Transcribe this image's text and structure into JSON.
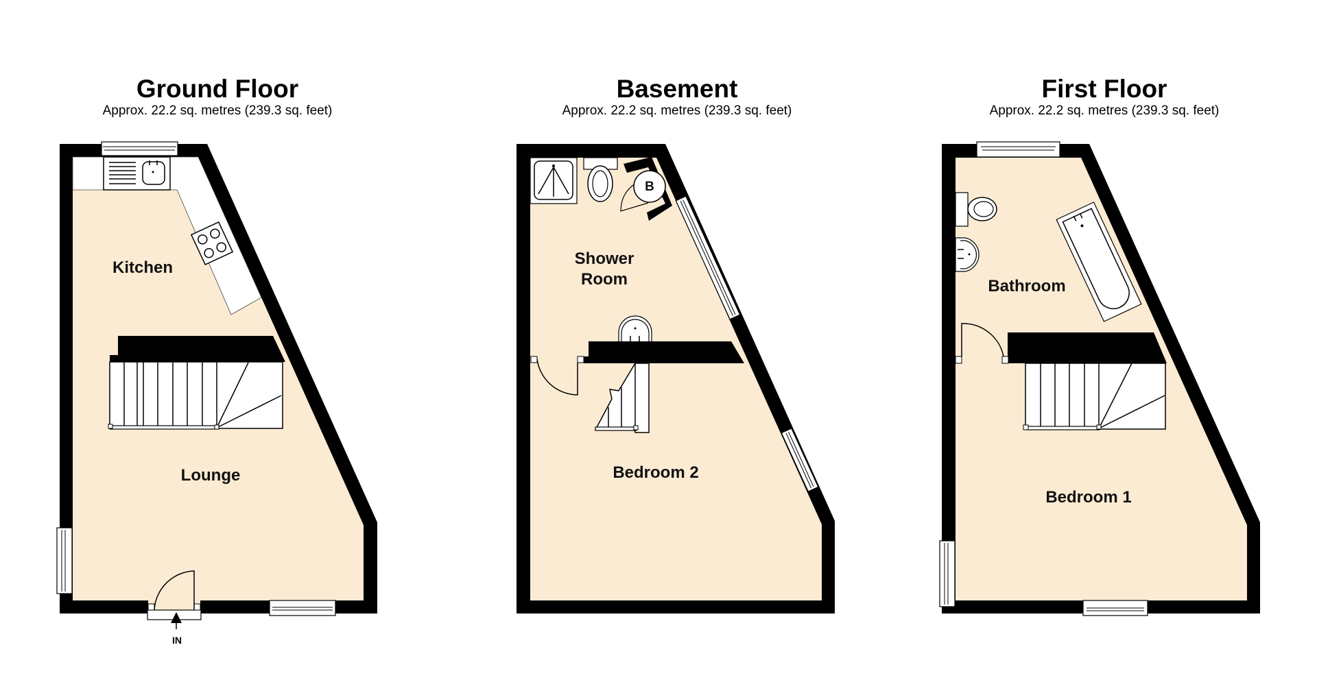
{
  "colors": {
    "floor_fill": "#FCEBD3",
    "wall": "#000000",
    "fixture": "#ffffff"
  },
  "floors": [
    {
      "id": "ground",
      "title": "Ground Floor",
      "area": "Approx.  22.2 sq. metres (239.3 sq. feet)",
      "rooms": [
        {
          "name": "Kitchen"
        },
        {
          "name": "Lounge"
        }
      ],
      "entrance_label": "IN"
    },
    {
      "id": "basement",
      "title": "Basement",
      "area": "Approx.  22.2 sq. metres (239.3 sq. feet)",
      "rooms": [
        {
          "name": "Shower\nRoom"
        },
        {
          "name": "Bedroom 2"
        }
      ],
      "boiler_label": "B"
    },
    {
      "id": "first",
      "title": "First Floor",
      "area": "Approx.  22.2 sq. metres (239.3 sq. feet)",
      "rooms": [
        {
          "name": "Bathroom"
        },
        {
          "name": "Bedroom 1"
        }
      ]
    }
  ]
}
